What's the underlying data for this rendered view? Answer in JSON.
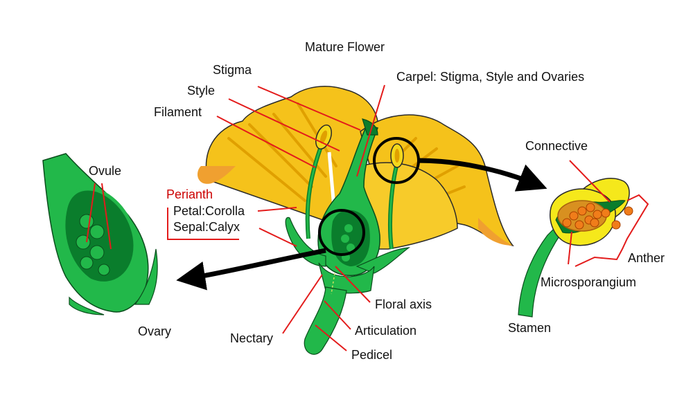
{
  "title": "Mature Flower",
  "labels": {
    "stigma": "Stigma",
    "style": "Style",
    "filament": "Filament",
    "carpel": "Carpel: Stigma, Style and Ovaries",
    "connective": "Connective",
    "ovule": "Ovule",
    "perianth": "Perianth",
    "petal": "Petal:Corolla",
    "sepal": "Sepal:Calyx",
    "anther": "Anther",
    "microsporangium": "Microsporangium",
    "stamen": "Stamen",
    "ovary": "Ovary",
    "floral_axis": "Floral axis",
    "articulation": "Articulation",
    "nectary": "Nectary",
    "pedicel": "Pedicel"
  },
  "colors": {
    "petal_yellow": "#f5c21b",
    "petal_dark": "#e0a000",
    "petal_orange": "#f0a030",
    "green_light": "#22b84a",
    "green_dark": "#0a7d2c",
    "green_mid": "#18a040",
    "pollen": "#f07d1a",
    "leader_red": "#e31b1b",
    "perianth_text": "#cc0000",
    "arrow": "#000000"
  }
}
